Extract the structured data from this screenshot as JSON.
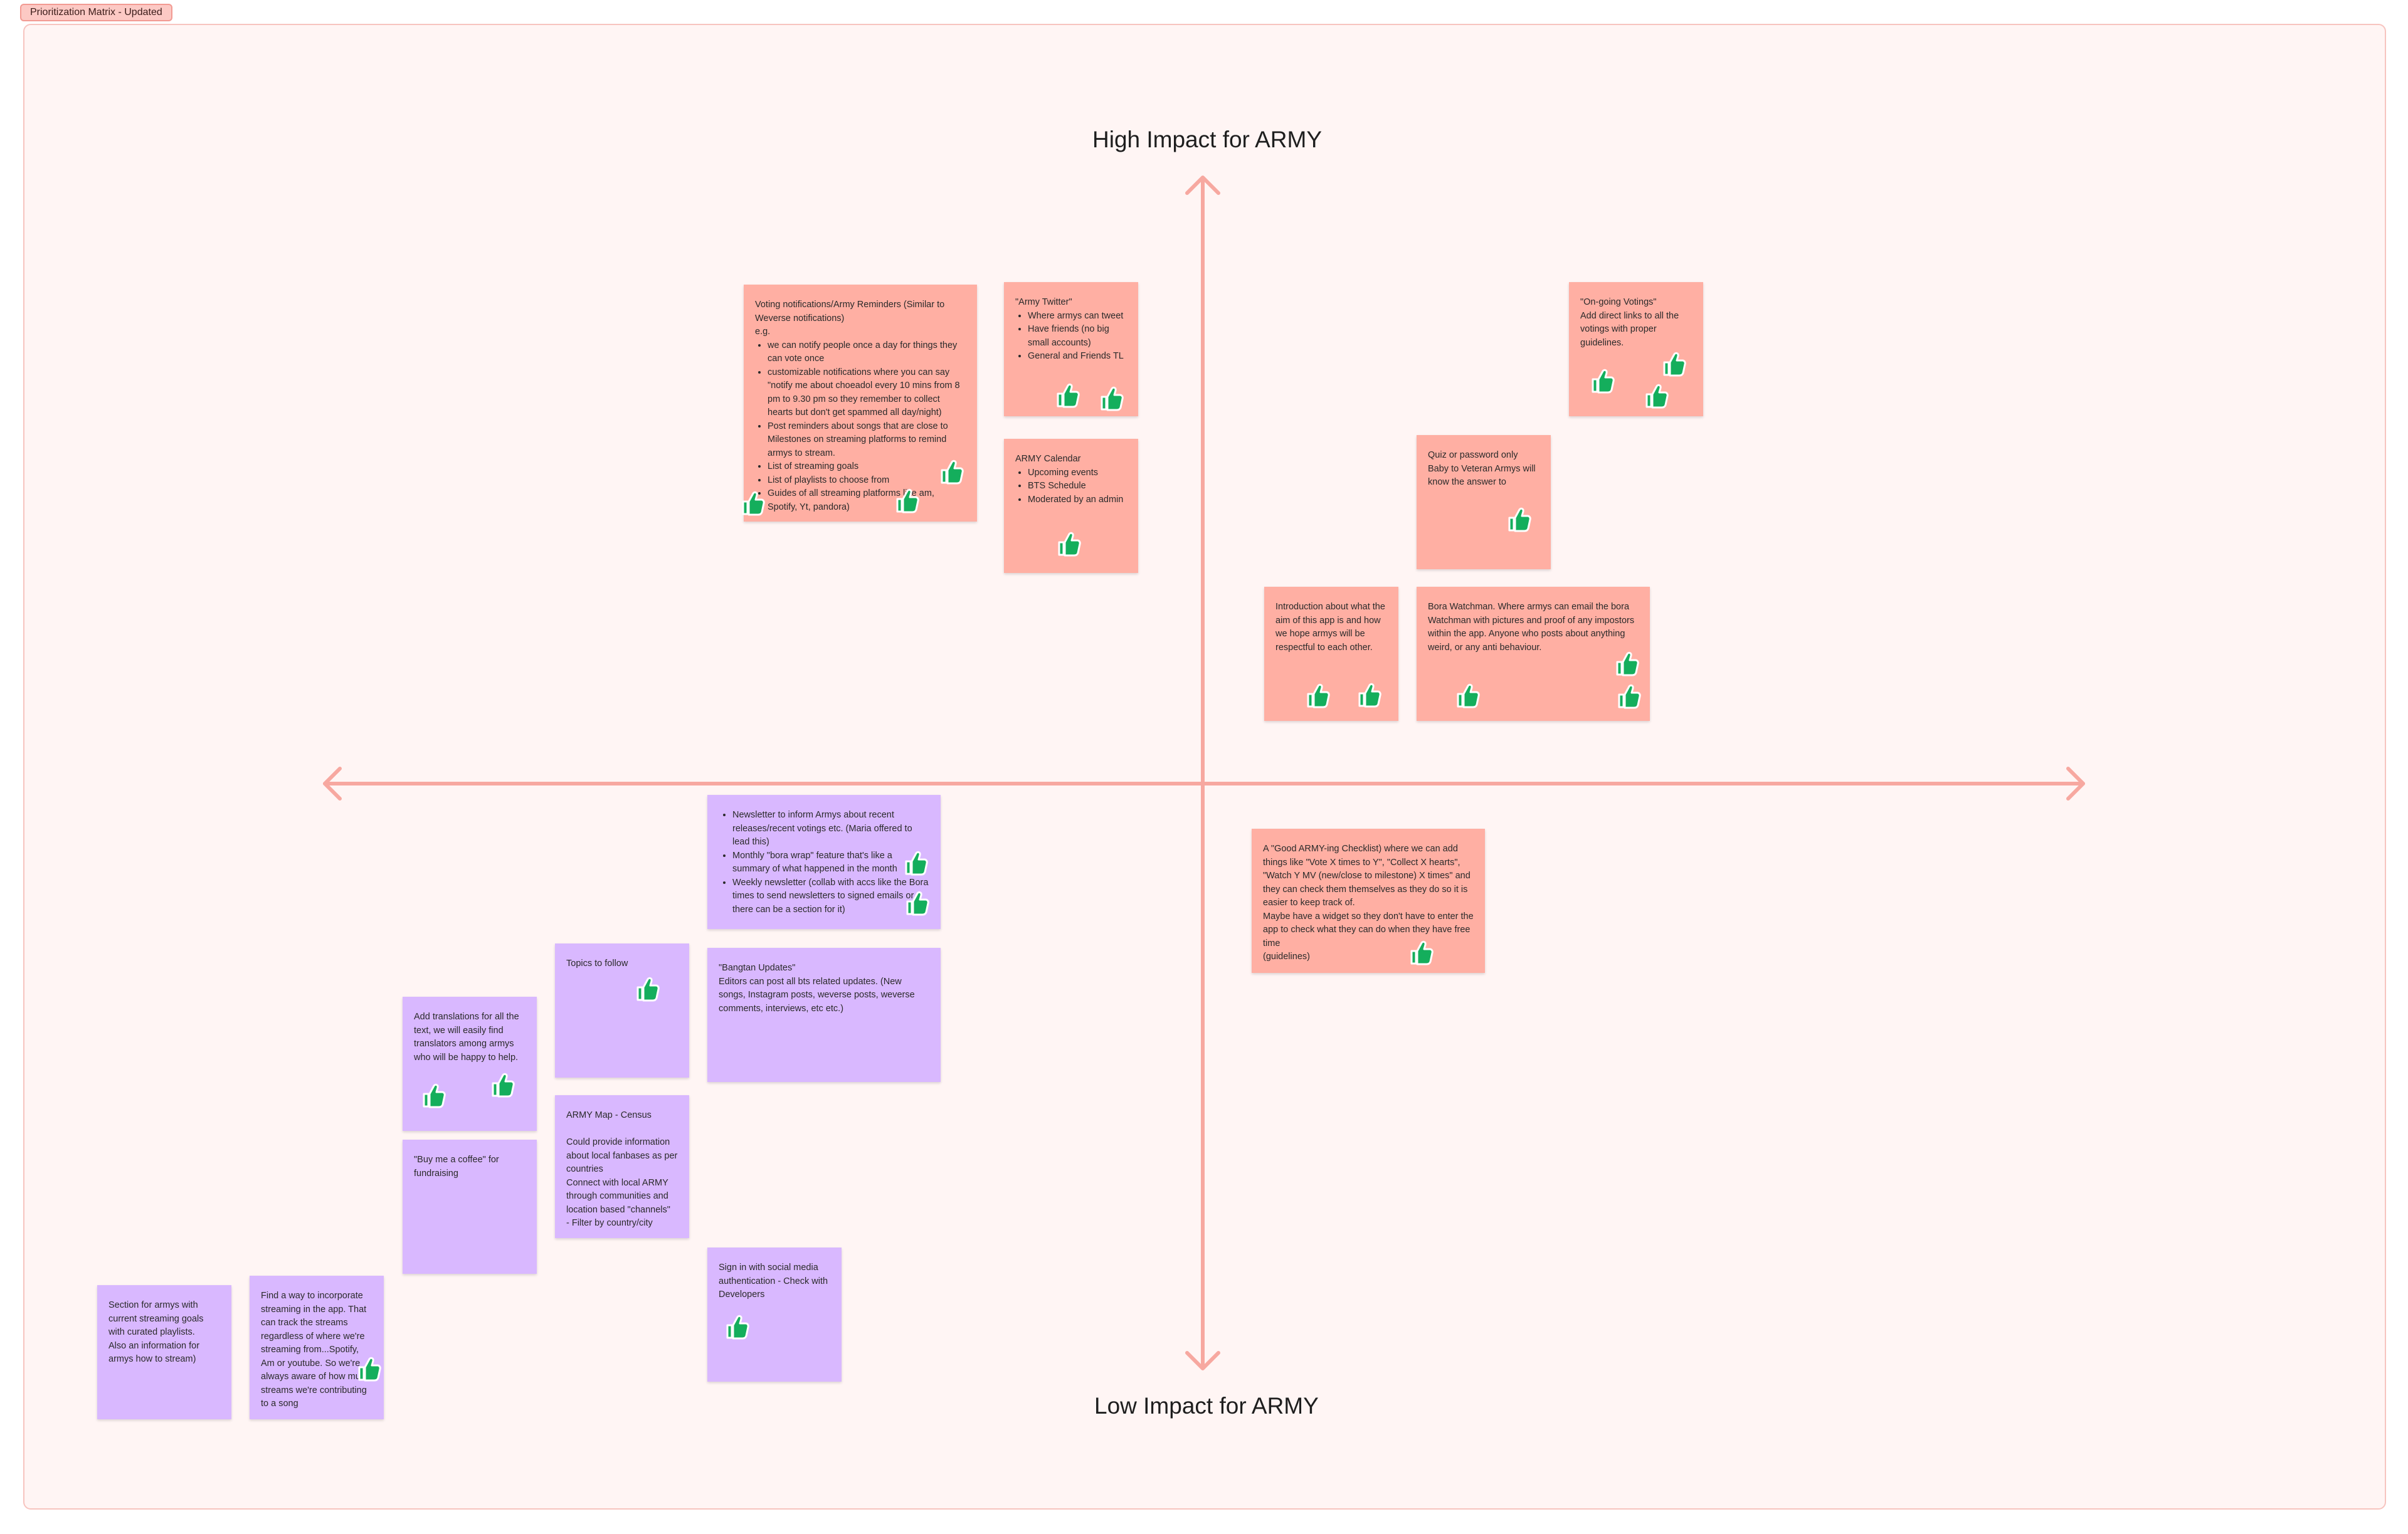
{
  "frame_label": "Prioritization Matrix - Updated",
  "axis": {
    "top": "High Impact for ARMY",
    "bottom": "Low Impact for ARMY"
  },
  "colors": {
    "red_note": "#ffafa3",
    "purple_note": "#d9b8ff",
    "axis": "#f7a8a0",
    "thumb": "#14ae5c"
  },
  "notes": {
    "voting": {
      "line1": "Voting notifications/Army Reminders (Similar to Weverse notifications)",
      "line2": "e.g.",
      "items": [
        "we can notify people once a day for things they can vote once",
        "customizable notifications where you can say \"notify me about choeadol every 10 mins from 8 pm to 9.30 pm so they remember to collect hearts but don't get spammed all day/night)",
        "Post reminders about songs that are close to Milestones on streaming platforms to remind armys to stream.",
        "List of streaming goals",
        "List of playlists to choose from",
        "Guides of all streaming platforms like am, Spotify, Yt, pandora)"
      ]
    },
    "twitter": {
      "title": "\"Army Twitter\"",
      "items": [
        "Where armys can tweet",
        "Have friends (no big small accounts)",
        "General and Friends TL"
      ]
    },
    "calendar": {
      "title": "ARMY Calendar",
      "items": [
        "Upcoming events",
        "BTS Schedule",
        "Moderated by an admin"
      ]
    },
    "ongoing": {
      "text": "\"On-going Votings\"\nAdd direct links to all the votings with proper guidelines."
    },
    "quiz": {
      "text": "Quiz or password only\nBaby to Veteran Armys will know the answer to"
    },
    "intro": {
      "text": "Introduction about what the aim of this app is and how we hope armys will be respectful to each other."
    },
    "bora": {
      "text": "Bora Watchman. Where armys can email the bora Watchman with pictures and proof of any impostors within the app. Anyone who posts about anything weird, or any anti behaviour."
    },
    "checklist": {
      "text": "A \"Good ARMY-ing Checklist) where we can add things like \"Vote X times to Y\", \"Collect X hearts\", \"Watch Y MV (new/close to milestone) X times\" and they can check them themselves as they do so it is easier to keep track of.\nMaybe have a widget so they don't have to enter the app to check what they can do when they have free time\n(guidelines)"
    },
    "newsletter": {
      "items": [
        "Newsletter to inform Armys about recent releases/recent votings etc. (Maria offered to lead this)",
        "Monthly \"bora wrap\" feature that's like a summary of what happened in the month",
        "Weekly newsletter (collab with accs like the Bora times to send newsletters to signed emails or there can be a section for it)"
      ]
    },
    "topics": {
      "text": "Topics to follow"
    },
    "bangtan": {
      "text": "\"Bangtan Updates\"\nEditors can post all bts related updates. (New songs, Instagram posts, weverse posts, weverse comments, interviews, etc etc.)"
    },
    "translations": {
      "text": "Add translations for all the text, we will easily find translators among armys who will be happy to help."
    },
    "armymap": {
      "text": "ARMY Map - Census\n\nCould provide information about local fanbases as per countries\nConnect with local ARMY through communities and location based \"channels\"\n- Filter by country/city"
    },
    "coffee": {
      "text": "\"Buy me a coffee\" for fundraising"
    },
    "signin": {
      "text": "Sign in with social media authentication - Check with Developers"
    },
    "playlists": {
      "text": "Section for armys with current streaming goals with curated playlists.\nAlso an information for armys how to stream)"
    },
    "incorporate": {
      "text": "Find a way to incorporate streaming in the app. That can track the streams regardless of where we're streaming from...Spotify, Am or youtube. So we're always aware of how much streams we're contributing to a song"
    }
  }
}
